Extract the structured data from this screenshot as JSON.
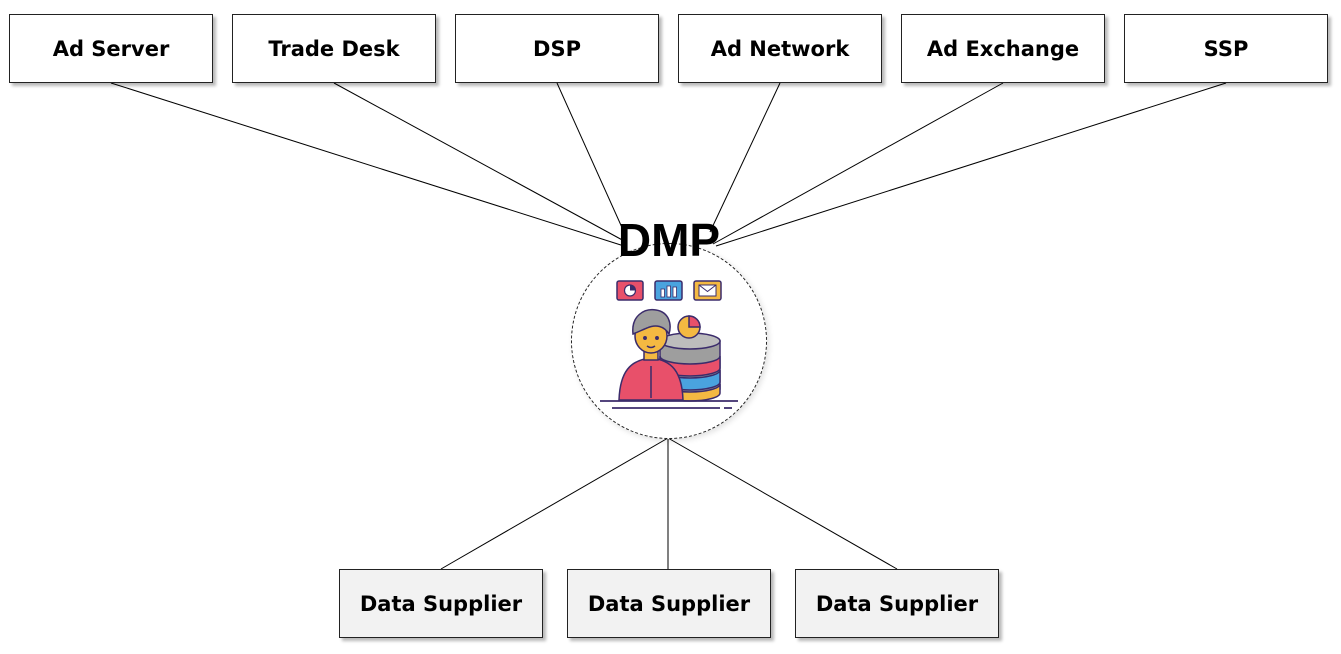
{
  "hub": {
    "label": "DMP"
  },
  "top_nodes": [
    {
      "label": "Ad Server"
    },
    {
      "label": "Trade Desk"
    },
    {
      "label": "DSP"
    },
    {
      "label": "Ad Network"
    },
    {
      "label": "Ad Exchange"
    },
    {
      "label": "SSP"
    }
  ],
  "bottom_nodes": [
    {
      "label": "Data Supplier"
    },
    {
      "label": "Data Supplier"
    },
    {
      "label": "Data Supplier"
    }
  ],
  "colors": {
    "box_border": "#222222",
    "top_box_fill": "#ffffff",
    "bottom_box_fill": "#f2f2f2",
    "connector": "#000000",
    "illustration_pink": "#e8506a",
    "illustration_blue": "#4aa3df",
    "illustration_yellow": "#f4b942",
    "illustration_gray": "#9e9e9e"
  },
  "icons": [
    "pie-chart-card-icon",
    "bar-chart-card-icon",
    "mail-card-icon",
    "database-icon",
    "person-icon"
  ]
}
